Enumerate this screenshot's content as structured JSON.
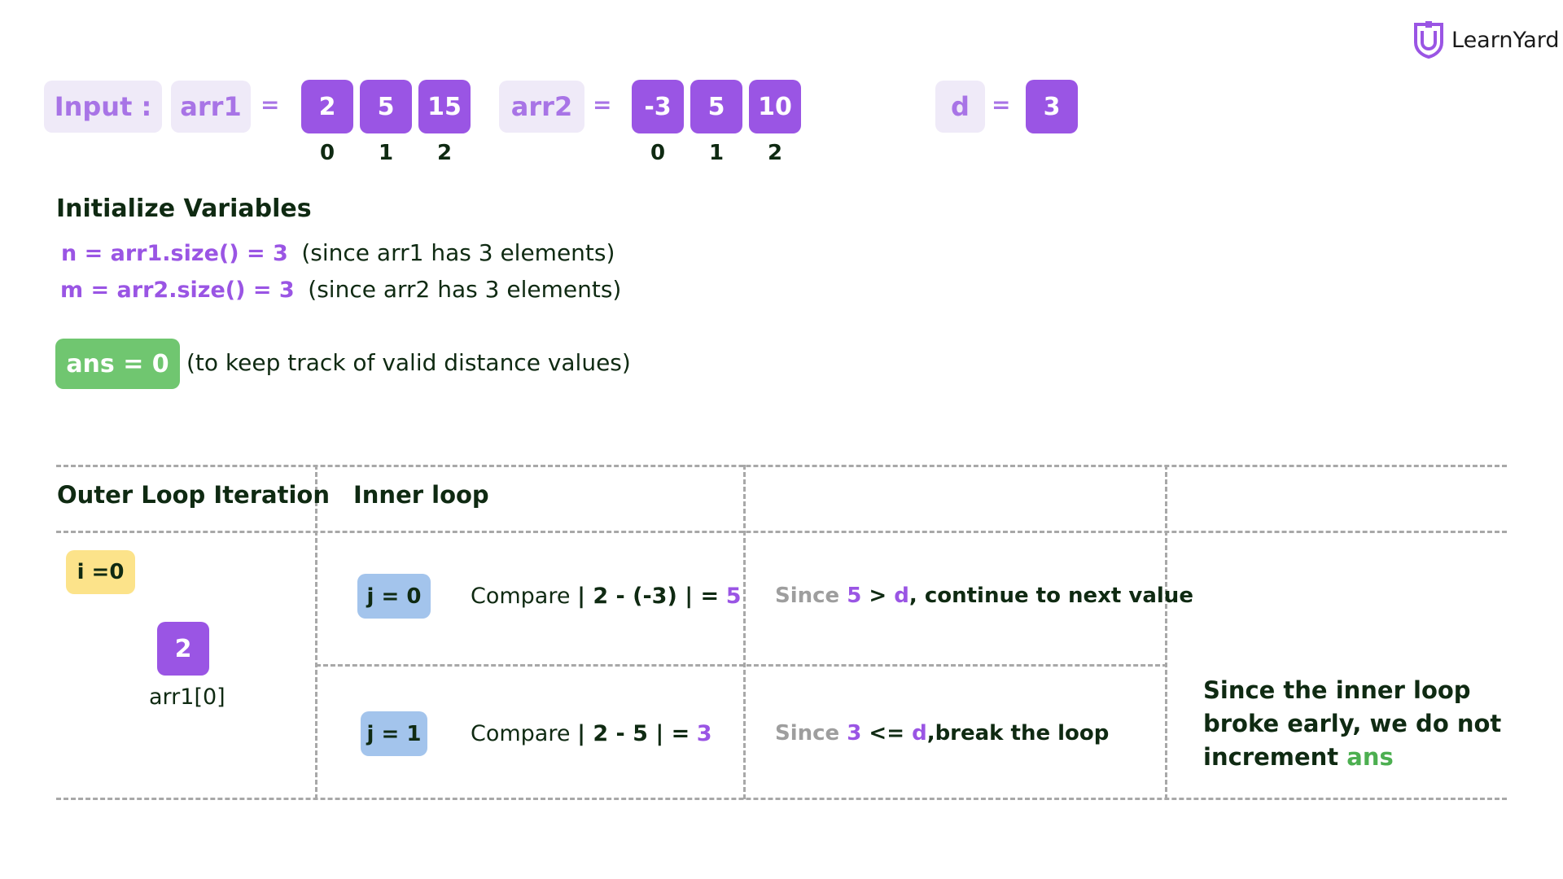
{
  "logo": {
    "text": "LearnYard",
    "icon": "shield-u-icon"
  },
  "input": {
    "label": "Input :",
    "arr1_name": "arr1",
    "eq": "=",
    "arr1": [
      "2",
      "5",
      "15"
    ],
    "arr1_idx": [
      "0",
      "1",
      "2"
    ],
    "arr2_name": "arr2",
    "arr2": [
      "-3",
      "5",
      "10"
    ],
    "arr2_idx": [
      "0",
      "1",
      "2"
    ],
    "d_name": "d",
    "d_value": "3"
  },
  "init": {
    "heading": "Initialize Variables",
    "n_expr": "n = arr1.size() = 3",
    "n_note": "(since arr1 has 3 elements)",
    "m_expr": "m = arr2.size() = 3",
    "m_note": "(since arr2 has 3 elements)",
    "ans_badge": "ans = 0",
    "ans_note": "(to keep track of valid distance values)"
  },
  "table": {
    "col1_header": "Outer Loop Iteration",
    "col2_header": "Inner loop",
    "i_badge": "i =0",
    "arr_value": "2",
    "arr_label": "arr1[0]",
    "rows": [
      {
        "j_badge": "j = 0",
        "compare_word": "Compare",
        "compare_expr": "| 2 - (-3) | =",
        "compare_result": "5",
        "since_word": "Since",
        "since_val": "5",
        "since_op": ">",
        "since_d": "d",
        "since_rest": ", continue to next value"
      },
      {
        "j_badge": "j = 1",
        "compare_word": "Compare",
        "compare_expr": "| 2 - 5 | =",
        "compare_result": "3",
        "since_word": "Since",
        "since_val": "3",
        "since_op": "<=",
        "since_d": "d",
        "since_rest": ",break the loop"
      }
    ],
    "conclusion_line1": "Since the inner loop",
    "conclusion_line2": "broke early, we do not",
    "conclusion_line3_pre": "increment",
    "conclusion_line3_ans": "ans"
  },
  "colors": {
    "purple": "#9a55e4",
    "lavender": "#efeaf8",
    "green": "#70c670",
    "yellow": "#fce38a",
    "blue": "#a3c4ec"
  }
}
